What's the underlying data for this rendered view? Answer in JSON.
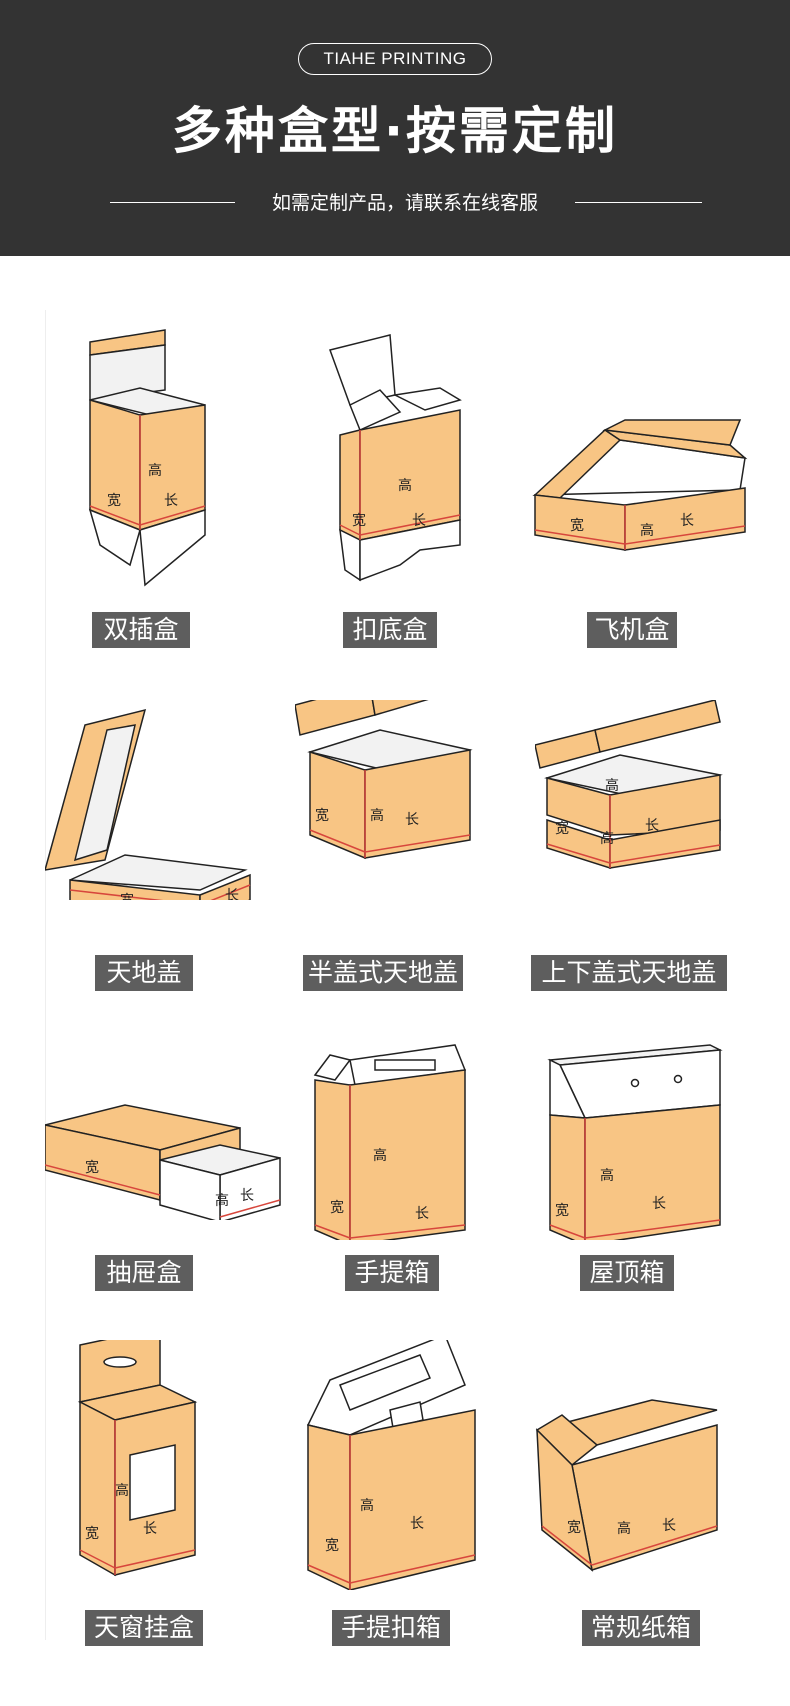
{
  "header": {
    "brand": "TIAHE PRINTING",
    "title": "多种盒型·按需定制",
    "subtitle": "如需定制产品，请联系在线客服"
  },
  "dimensions": {
    "width": "宽",
    "height": "高",
    "length": "长"
  },
  "colors": {
    "header_bg": "#333333",
    "kraft": "#f8c584",
    "kraft_dark": "#eab06a",
    "inner": "#f2f2f2",
    "edge_line": "#d7463c",
    "label_bg": "#5e5e5e"
  },
  "boxes": [
    {
      "name": "双插盒"
    },
    {
      "name": "扣底盒"
    },
    {
      "name": "飞机盒"
    },
    {
      "name": "天地盖"
    },
    {
      "name": "半盖式天地盖"
    },
    {
      "name": "上下盖式天地盖"
    },
    {
      "name": "抽屉盒"
    },
    {
      "name": "手提箱"
    },
    {
      "name": "屋顶箱"
    },
    {
      "name": "天窗挂盒"
    },
    {
      "name": "手提扣箱"
    },
    {
      "name": "常规纸箱"
    }
  ]
}
